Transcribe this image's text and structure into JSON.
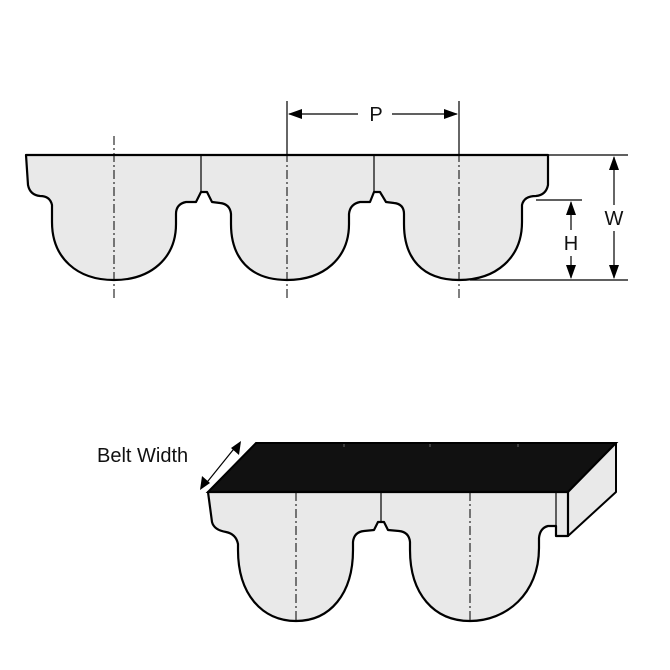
{
  "labels": {
    "pitch": "P",
    "height": "H",
    "total_height": "W",
    "belt_width": "Belt Width"
  },
  "colors": {
    "belt_fill": "#e9e9e9",
    "belt_top": "#111111",
    "line": "#000000"
  }
}
